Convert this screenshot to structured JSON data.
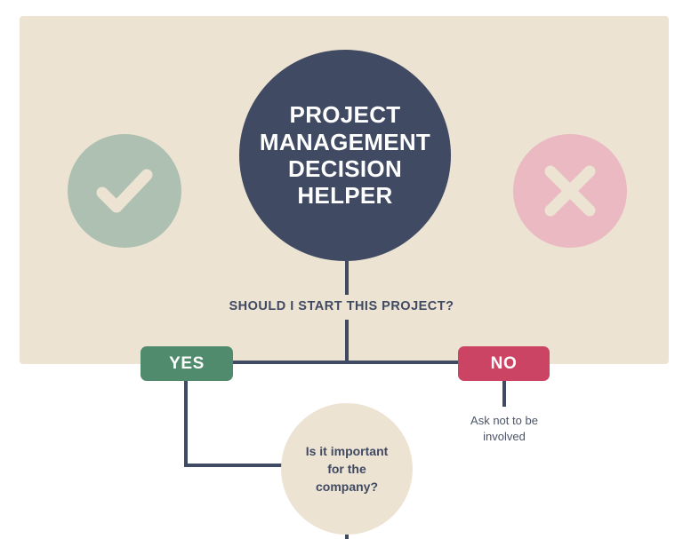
{
  "poster": {
    "hero": {
      "title": "PROJECT\nMANAGEMENT\nDECISION\nHELPER"
    },
    "badges": [
      {
        "name": "check-badge",
        "icon": "check-icon",
        "color": "#aec0b1"
      },
      {
        "name": "cross-badge",
        "icon": "cross-icon",
        "color": "#eab9c1"
      }
    ],
    "root_question": "SHOULD I START THIS PROJECT?",
    "branches": [
      {
        "label": "YES",
        "color": "#4f8b6c"
      },
      {
        "label": "NO",
        "color": "#cc4464"
      }
    ],
    "no_outcome": "Ask not to be\ninvolved",
    "next_question": "Is it important\nfor the\ncompany?",
    "colors": {
      "panel": "#ece3d3",
      "ink": "#414a63",
      "page": "#ffffff",
      "note_text": "#4c5468"
    }
  }
}
